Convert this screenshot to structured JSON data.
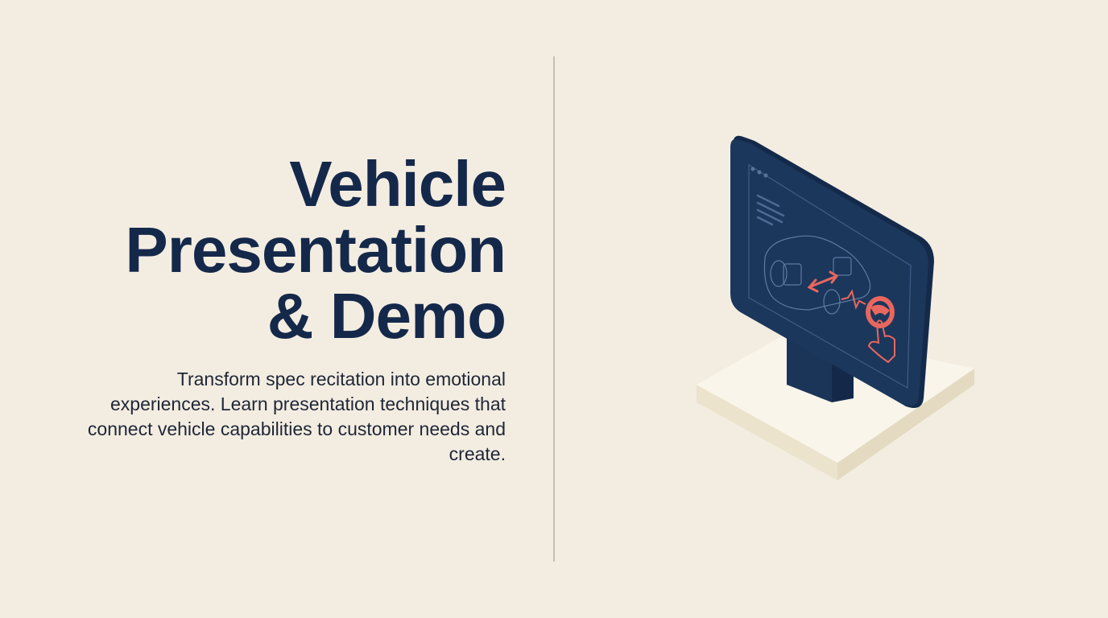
{
  "slide": {
    "title_lines": [
      "Vehicle",
      "Presentation",
      "& Demo"
    ],
    "description": "Transform spec recitation into emotional experiences. Learn presentation techniques that connect vehicle capabilities to customer needs and create.",
    "illustration": {
      "name": "isometric-monitor-vehicle-demo",
      "elements": [
        "monitor",
        "car-outline",
        "double-arrow-icon",
        "pulse-line-icon",
        "steering-wheel-icon",
        "pointing-hand-icon",
        "pedestal"
      ]
    }
  },
  "colors": {
    "background": "#f3ede1",
    "title": "#14284a",
    "body_text": "#1e2637",
    "divider": "#c7bfb1",
    "monitor": "#1b3558",
    "accent": "#e8675f",
    "pedestal": "#f7f2e4"
  }
}
